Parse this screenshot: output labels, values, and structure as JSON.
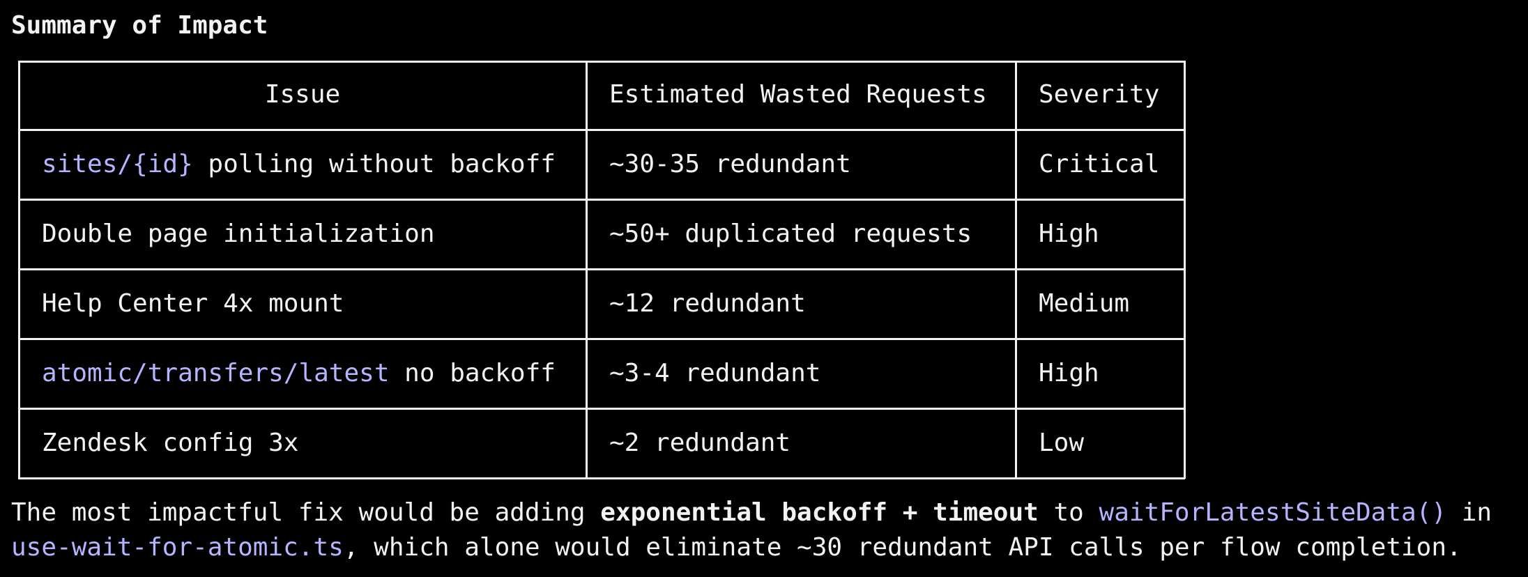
{
  "heading": "Summary of Impact",
  "table": {
    "headers": [
      "Issue",
      "Estimated Wasted Requests",
      "Severity"
    ],
    "rows": [
      {
        "issue_code": "sites/{id}",
        "issue_text": " polling without backoff",
        "requests": "~30-35 redundant",
        "severity": "Critical"
      },
      {
        "issue_code": "",
        "issue_text": "Double page initialization",
        "requests": "~50+ duplicated requests",
        "severity": "High"
      },
      {
        "issue_code": "",
        "issue_text": "Help Center 4x mount",
        "requests": "~12 redundant",
        "severity": "Medium"
      },
      {
        "issue_code": "atomic/transfers/latest",
        "issue_text": " no backoff",
        "requests": "~3-4 redundant",
        "severity": "High"
      },
      {
        "issue_code": "",
        "issue_text": "Zendesk config 3x",
        "requests": "~2 redundant",
        "severity": "Low"
      }
    ]
  },
  "summary": {
    "part1": "The most impactful fix would be adding ",
    "bold": "exponential backoff + timeout",
    "part2": " to ",
    "code1": "waitForLatestSiteData()",
    "part3": " in",
    "code2": "use-wait-for-atomic.ts",
    "part4": ", which alone would eliminate ~30 redundant API calls per flow completion."
  },
  "colors": {
    "background": "#000000",
    "text": "#f2f2f2",
    "code": "#b4b4ff"
  }
}
